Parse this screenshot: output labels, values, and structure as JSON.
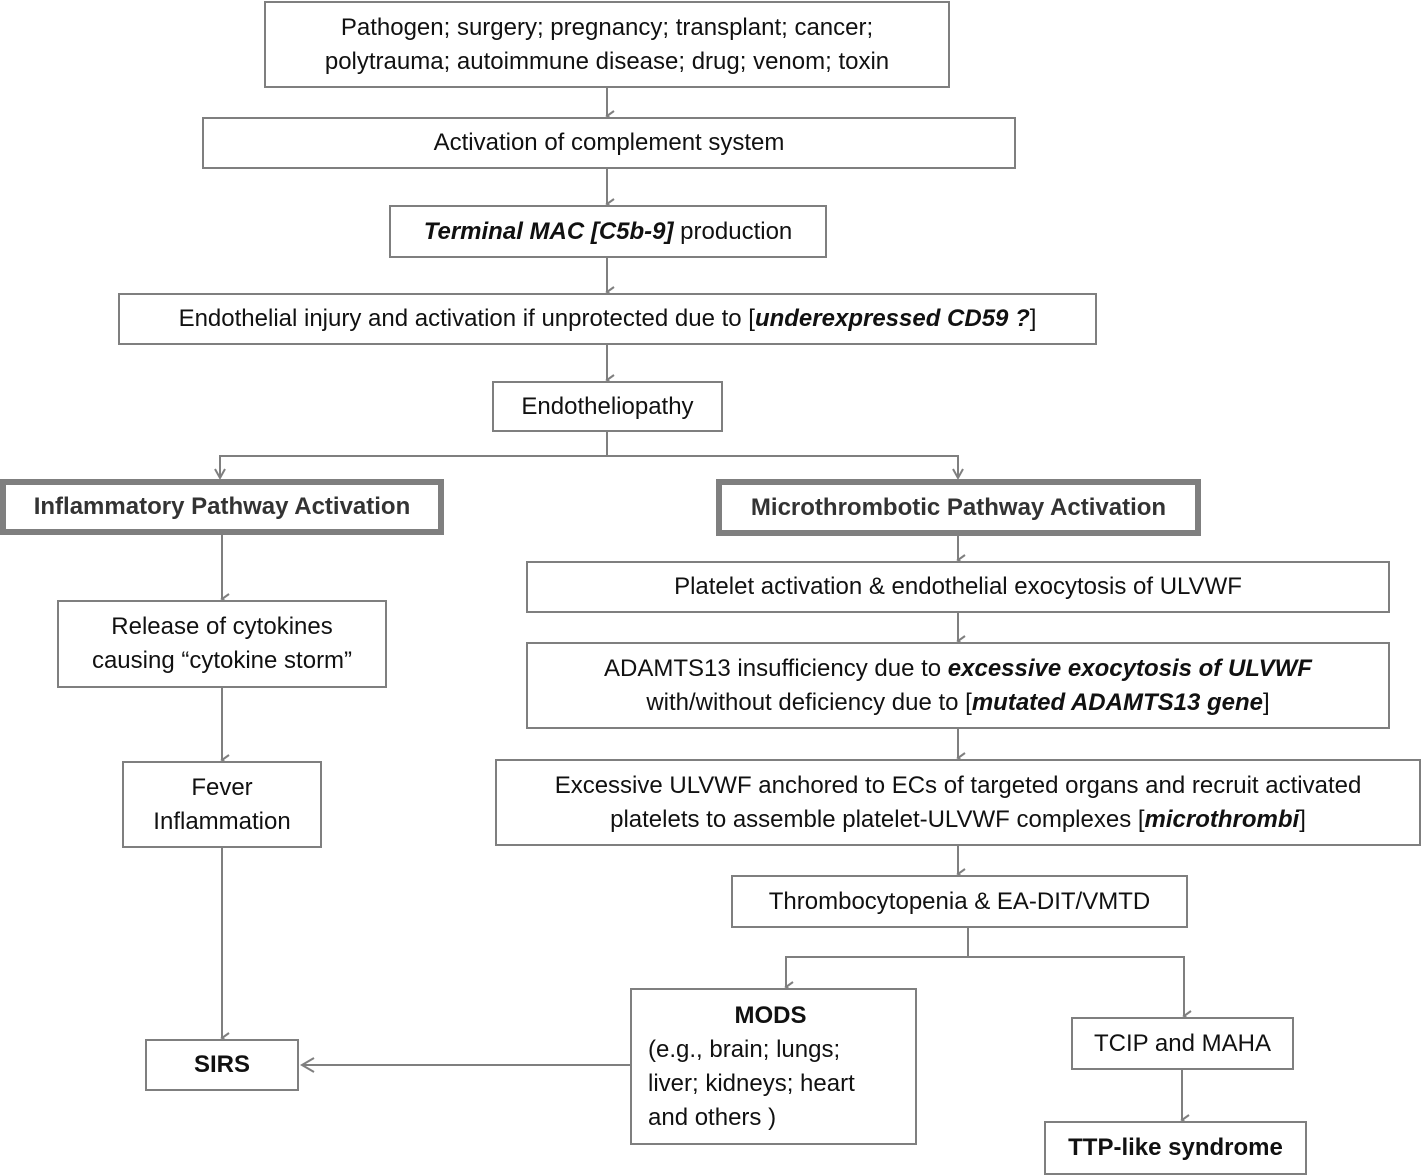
{
  "nodes": {
    "triggers": {
      "line1": "Pathogen; surgery; pregnancy; transplant; cancer;",
      "line2": "polytrauma; autoimmune disease; drug; venom; toxin"
    },
    "complement": {
      "text": "Activation of complement system"
    },
    "mac": {
      "bold": "Terminal MAC [C5b-9]",
      "rest": " production"
    },
    "endothelial_injury": {
      "pre": "Endothelial injury and activation if unprotected due to [",
      "bold": "underexpressed CD59 ?",
      "post": "]"
    },
    "endotheliopathy": {
      "text": "Endotheliopathy"
    },
    "inflammatory": {
      "text": "Inflammatory Pathway Activation"
    },
    "microthrombotic": {
      "text": "Microthrombotic Pathway Activation"
    },
    "cytokines": {
      "line1": "Release of cytokines",
      "line2": "causing “cytokine storm”"
    },
    "fever": {
      "line1": "Fever",
      "line2": "Inflammation"
    },
    "sirs": {
      "text": "SIRS"
    },
    "platelet": {
      "text": "Platelet activation & endothelial exocytosis of ULVWF"
    },
    "adamts13": {
      "l1_pre": "ADAMTS13 insufficiency due to ",
      "l1_bold": "excessive exocytosis of ULVWF",
      "l2_pre": "with/without deficiency due to [",
      "l2_bold": "mutated ADAMTS13 gene",
      "l2_post": "]"
    },
    "ulvwf": {
      "line1": "Excessive ULVWF anchored to ECs of targeted organs and recruit activated",
      "l2_pre": "platelets to assemble platelet-ULVWF complexes [",
      "l2_bold": "microthrombi",
      "l2_post": "]"
    },
    "thrombocytopenia": {
      "text": "Thrombocytopenia & EA-DIT/VMTD"
    },
    "mods": {
      "title": "MODS",
      "line1": "(e.g., brain; lungs;",
      "line2": "liver; kidneys; heart",
      "line3": "and others )"
    },
    "tcip": {
      "text": "TCIP and MAHA"
    },
    "ttp": {
      "text": "TTP-like syndrome"
    }
  },
  "colors": {
    "border": "#7f7f7f",
    "connector": "#7f7f7f"
  }
}
